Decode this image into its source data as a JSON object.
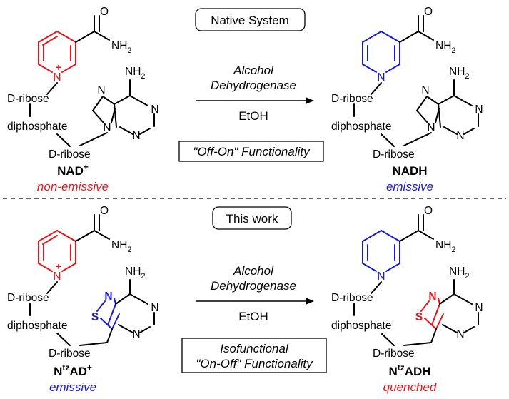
{
  "colors": {
    "red": "#e8141a",
    "blue": "#1a1ad6",
    "text": "#000000"
  },
  "top": {
    "box_label": "Native System",
    "condition_line1": "Alcohol",
    "condition_line2": "Dehydrogenase",
    "reagent": "EtOH",
    "functionality_label": "\"Off-On\" Functionality",
    "left": {
      "name_main": "NAD",
      "name_sup": "+",
      "property": "non-emissive",
      "sugar_top": "D-ribose",
      "linker": "diphosphate",
      "sugar_bottom": "D-ribose",
      "amide_O": "O",
      "amide_N": "NH",
      "amide_sub": "2",
      "ring_N": "N",
      "ring_charge": "+",
      "base_amine_N": "NH",
      "base_amine_sub": "2",
      "base_N1": "N",
      "base_N2": "N",
      "base_N3": "N",
      "base_N4": "N"
    },
    "right": {
      "name": "NADH",
      "property": "emissive",
      "sugar_top": "D-ribose",
      "linker": "diphosphate",
      "sugar_bottom": "D-ribose",
      "amide_O": "O",
      "amide_N": "NH",
      "amide_sub": "2",
      "ring_N": "N",
      "base_amine_N": "NH",
      "base_amine_sub": "2",
      "base_N1": "N",
      "base_N2": "N",
      "base_N3": "N",
      "base_N4": "N"
    }
  },
  "bottom": {
    "box_label": "This work",
    "condition_line1": "Alcohol",
    "condition_line2": "Dehydrogenase",
    "reagent": "EtOH",
    "functionality_line1": "Isofunctional",
    "functionality_line2": "\"On-Off\" Functionality",
    "left": {
      "name_main": "N",
      "name_sup": "tz",
      "name_rest": "AD",
      "name_sup2": "+",
      "property": "emissive",
      "sugar_top": "D-ribose",
      "linker": "diphosphate",
      "sugar_bottom": "D-ribose",
      "amide_O": "O",
      "amide_N": "NH",
      "amide_sub": "2",
      "ring_N": "N",
      "ring_charge": "+",
      "base_amine_N": "NH",
      "base_amine_sub": "2",
      "thia_N": "N",
      "thia_S": "S",
      "base_N1": "N",
      "base_N2": "N"
    },
    "right": {
      "name_main": "N",
      "name_sup": "tz",
      "name_rest": "ADH",
      "property": "quenched",
      "sugar_top": "D-ribose",
      "linker": "diphosphate",
      "sugar_bottom": "D-ribose",
      "amide_O": "O",
      "amide_N": "NH",
      "amide_sub": "2",
      "ring_N": "N",
      "base_amine_N": "NH",
      "base_amine_sub": "2",
      "thia_N": "N",
      "thia_S": "S",
      "base_N1": "N",
      "base_N2": "N"
    }
  }
}
